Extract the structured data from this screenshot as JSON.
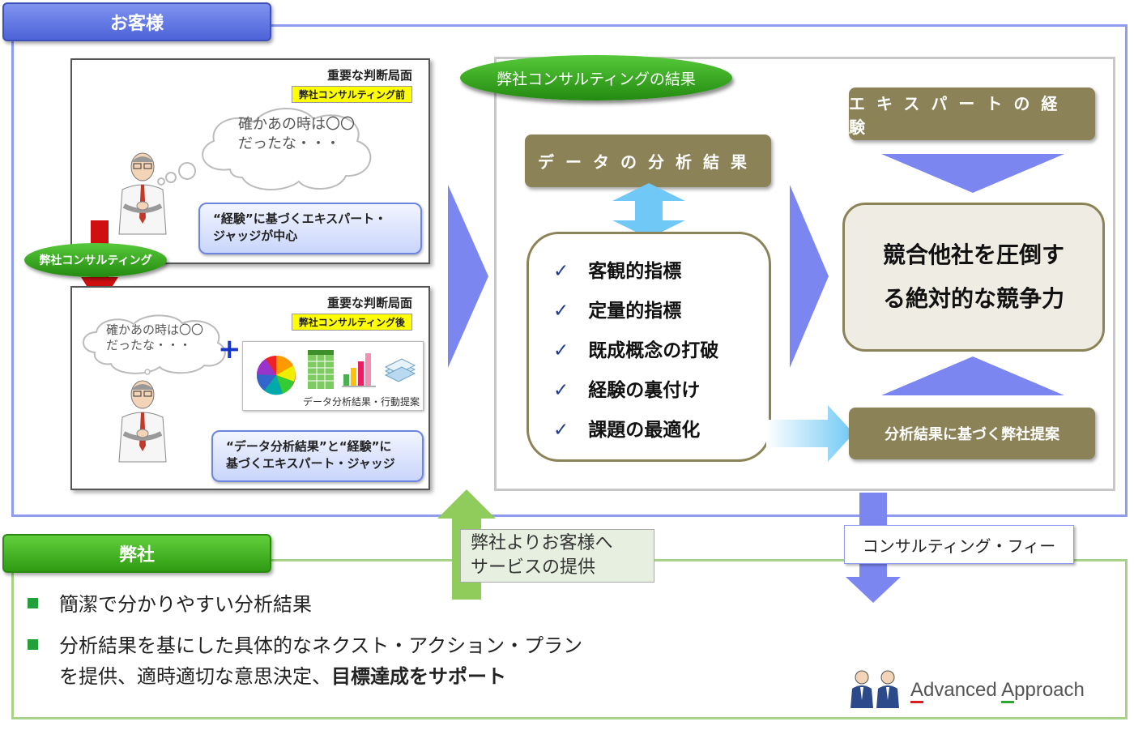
{
  "customer": {
    "tab_label": "お客様",
    "before_panel": {
      "title": "重要な判断局面",
      "tag": "弊社コンサルティング前",
      "thought_line1": "確かあの時は〇〇",
      "thought_line2": "だったな・・・",
      "note_line1": "“経験”に基づくエキスパート・",
      "note_line2": "ジャッジが中心"
    },
    "consulting_label": "弊社コンサルティング",
    "after_panel": {
      "title": "重要な判断局面",
      "tag": "弊社コンサルティング後",
      "thought_line1": "確かあの時は〇〇",
      "thought_line2": "だったな・・・",
      "plus": "+",
      "report_caption": "データ分析結果・行動提案",
      "note_line1": "“データ分析結果”と“経験”に",
      "note_line2": "基づくエキスパート・ジャッジ"
    }
  },
  "results": {
    "badge": "弊社コンサルティングの結果",
    "data_box": "データの分析結果",
    "expert_box": "エキスパートの経験",
    "checklist": [
      "客観的指標",
      "定量的指標",
      "既成概念の打破",
      "経験の裏付け",
      "課題の最適化"
    ],
    "check_mark": "✓",
    "outcome_line1": "競合他社を圧倒す",
    "outcome_line2": "る絶対的な競争力",
    "proposal_box": "分析結果に基づく弊社提案"
  },
  "flows": {
    "service_line1": "弊社よりお客様へ",
    "service_line2": "サービスの提供",
    "fee": "コンサルティング・フィー"
  },
  "company": {
    "tab_label": "弊社",
    "bullet1": "簡潔で分かりやすい分析結果",
    "bullet2_line1": "分析結果を基にした具体的なネクスト・アクション・プラン",
    "bullet2_line2_plain": "を提供、適時適切な意思決定、",
    "bullet2_line2_bold": "目標達成をサポート"
  },
  "logo": {
    "text_a": "A",
    "text_1": "dvanced ",
    "text_b": "A",
    "text_2": "pproach"
  },
  "colors": {
    "customer_frame": "#8f9cf0",
    "company_frame": "#a6d28a",
    "olive": "#8b8357",
    "arrow_purple": "#7b86f0",
    "arrow_cyan": "#6fc8f5",
    "arrow_green": "#8fcc5c"
  }
}
